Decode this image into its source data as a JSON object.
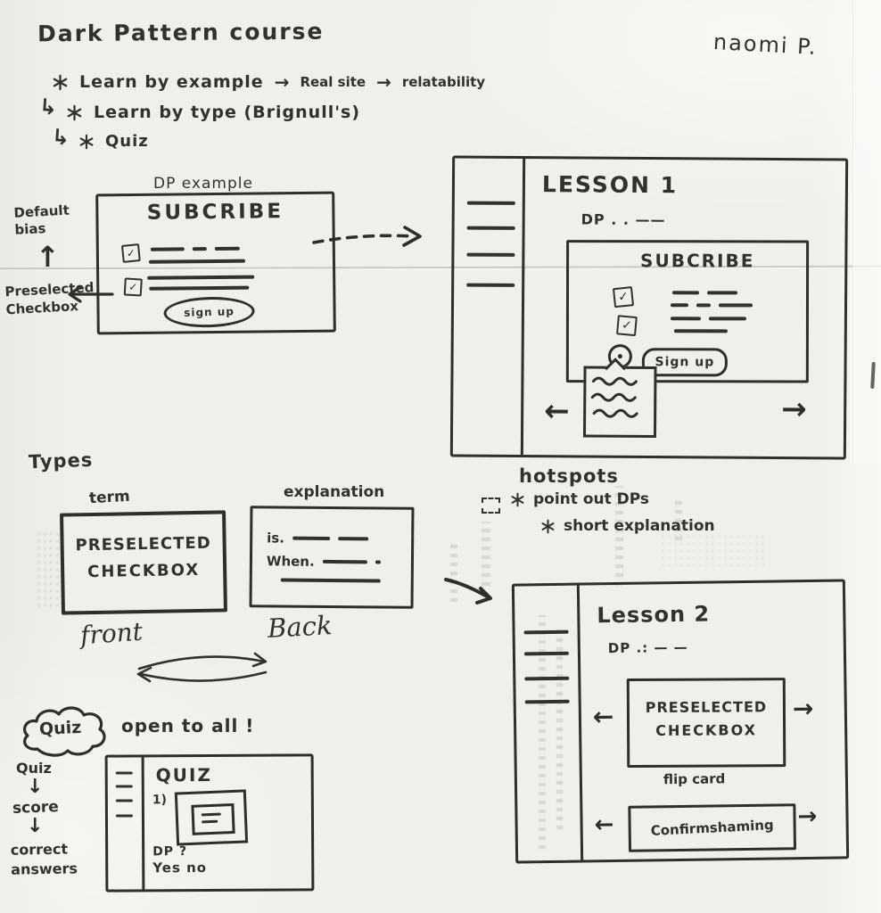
{
  "icons": {
    "arrow_right": "→",
    "arrow_left": "←",
    "arrow_up": "↑",
    "arrow_down": "↓",
    "branch_arrow": "↳",
    "check": "✓"
  },
  "header": {
    "title": "Dark Pattern course",
    "author": "naomi P."
  },
  "outline": {
    "item1": {
      "label": "Learn by example",
      "chain1": "Real site",
      "chain2": "relatability"
    },
    "item2": {
      "label": "Learn by type  (Brignull's)"
    },
    "item3": {
      "label": "Quiz"
    }
  },
  "dp_example": {
    "caption": "DP example",
    "heading": "SUBCRIBE",
    "button_label": "sign up",
    "annotation_top_line1": "Default",
    "annotation_top_line2": "bias",
    "annotation_left_line1": "Preselected",
    "annotation_left_line2": "Checkbox"
  },
  "lesson1": {
    "title": "LESSON 1",
    "subtitle": "DP . .  ——",
    "card_heading": "SUBCRIBE",
    "button_label": "Sign up"
  },
  "types": {
    "heading": "Types",
    "term_label": "term",
    "term_card_line1": "PRESELECTED",
    "term_card_line2": "CHECKBOX",
    "explanation_label": "explanation",
    "expl_line1": "is.",
    "expl_line2": "When.",
    "front_label": "front",
    "back_label": "Back"
  },
  "hotspots": {
    "heading": "hotspots",
    "note1": "point out DPs",
    "note2": "short explanation"
  },
  "lesson2": {
    "title": "Lesson 2",
    "subtitle": "DP .:  —  —",
    "card_line1": "PRESELECTED",
    "card_line2": "CHECKBOX",
    "card_caption": "flip card",
    "bottom_card": "Confirmshaming"
  },
  "quiz": {
    "cloud_label": "Quiz",
    "open_note": "open to all !",
    "flow1": "Quiz",
    "flow2": "score",
    "flow3": "correct answers",
    "screen_title": "QUIZ",
    "question_no": "1)",
    "question": "DP ?",
    "answers": "Yes  no"
  }
}
